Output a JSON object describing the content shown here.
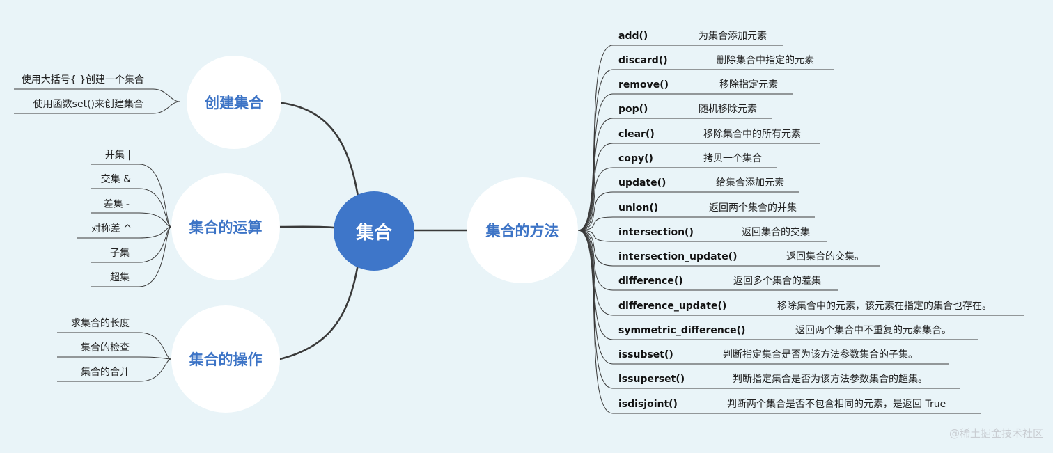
{
  "center": {
    "label": "集合"
  },
  "branches": {
    "create": {
      "label": "创建集合",
      "items": [
        "使用大括号{ }创建一个集合",
        "使用函数set()来创建集合"
      ]
    },
    "ops": {
      "label": "集合的运算",
      "items": [
        "并集 |",
        "交集 &",
        "差集 -",
        "对称差 ^",
        "子集",
        "超集"
      ]
    },
    "manip": {
      "label": "集合的操作",
      "items": [
        "求集合的长度",
        "集合的检查",
        "集合的合并"
      ]
    },
    "methods": {
      "label": "集合的方法",
      "items": [
        {
          "name": "add()",
          "desc": "为集合添加元素"
        },
        {
          "name": "discard()",
          "desc": "删除集合中指定的元素"
        },
        {
          "name": "remove()",
          "desc": "移除指定元素"
        },
        {
          "name": "pop()",
          "desc": "随机移除元素"
        },
        {
          "name": "clear()",
          "desc": "移除集合中的所有元素"
        },
        {
          "name": "copy()",
          "desc": "拷贝一个集合"
        },
        {
          "name": "update()",
          "desc": "给集合添加元素"
        },
        {
          "name": "union()",
          "desc": "返回两个集合的并集"
        },
        {
          "name": "intersection()",
          "desc": "返回集合的交集"
        },
        {
          "name": "intersection_update()",
          "desc": "返回集合的交集。"
        },
        {
          "name": "difference()",
          "desc": "返回多个集合的差集"
        },
        {
          "name": "difference_update()",
          "desc": "移除集合中的元素，该元素在指定的集合也存在。"
        },
        {
          "name": "symmetric_difference()",
          "desc": "返回两个集合中不重复的元素集合。"
        },
        {
          "name": "issubset()",
          "desc": "判断指定集合是否为该方法参数集合的子集。"
        },
        {
          "name": "issuperset()",
          "desc": "判断指定集合是否为该方法参数集合的超集。"
        },
        {
          "name": "isdisjoint()",
          "desc": "判断两个集合是否不包含相同的元素，是返回 True"
        }
      ]
    }
  },
  "watermark": "@稀土掘金技术社区",
  "colors": {
    "background": "#e9f4f8",
    "center": "#3e76c9",
    "branch_text": "#3d74c6",
    "line": "#3a3a3a"
  }
}
